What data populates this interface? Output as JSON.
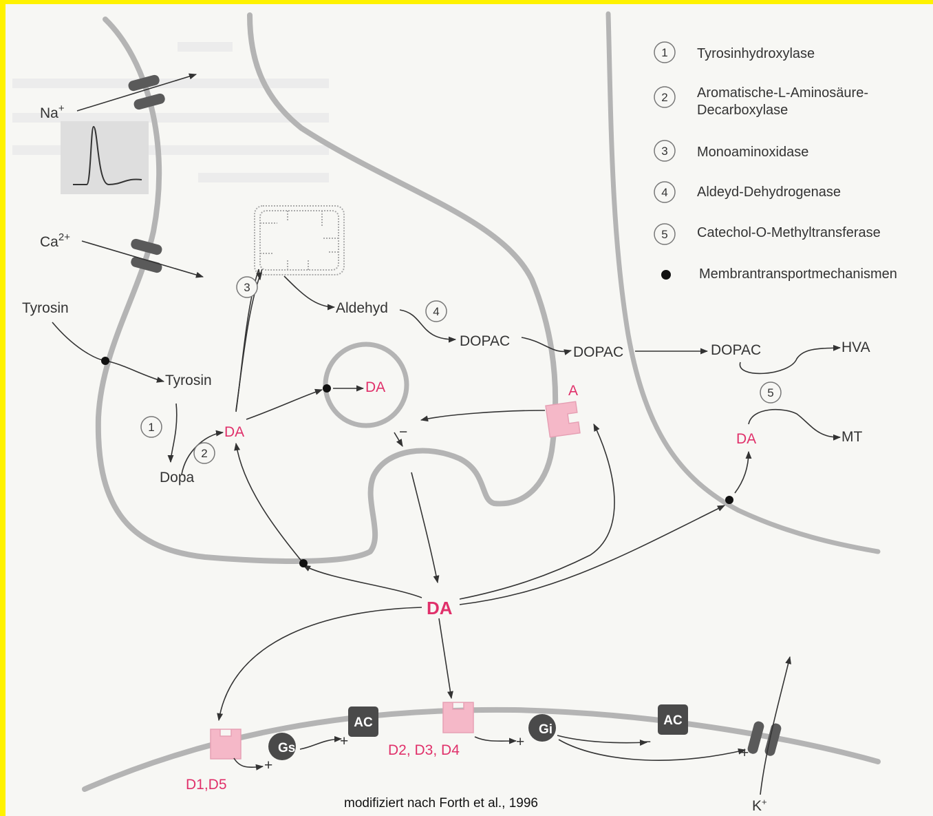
{
  "legend": [
    {
      "num": "1",
      "text": "Tyrosinhydroxylase"
    },
    {
      "num": "2",
      "text": "Aromatische-L-Aminosäure-",
      "text2": "Decarboxylase"
    },
    {
      "num": "3",
      "text": "Monoaminoxidase"
    },
    {
      "num": "4",
      "text": "Aldeyd-Dehydrogenase"
    },
    {
      "num": "5",
      "text": "Catechol-O-Methyltransferase"
    },
    {
      "num": "",
      "text": "Membrantransportmechanismen"
    }
  ],
  "labels": {
    "na": "Na",
    "na_sup": "+",
    "ca": "Ca",
    "ca_sup": "2+",
    "tyrosin_out": "Tyrosin",
    "tyrosin_in": "Tyrosin",
    "dopa": "Dopa",
    "da_presyn": "DA",
    "da_vesicle": "DA",
    "aldehyd": "Aldehyd",
    "dopac1": "DOPAC",
    "dopac2": "DOPAC",
    "dopac3": "DOPAC",
    "hva": "HVA",
    "mt": "MT",
    "da_glia": "DA",
    "receptor_a": "A",
    "da_cleft": "DA",
    "minus_vesicle": "−",
    "d1d5": "D1,D5",
    "d2d3d4": "D2, D3, D4",
    "gs": "Gs",
    "gi": "Gi",
    "ac": "AC",
    "k": "K",
    "k_sup": "+",
    "plus": "+",
    "minus": "−",
    "credit": "modifiziert nach Forth et al., 1996"
  },
  "step_numbers": [
    "1",
    "2",
    "3",
    "4",
    "5"
  ],
  "colors": {
    "accent": "#e0306a",
    "receptor": "#f5b8c8",
    "membrane": "#b4b4b4"
  }
}
